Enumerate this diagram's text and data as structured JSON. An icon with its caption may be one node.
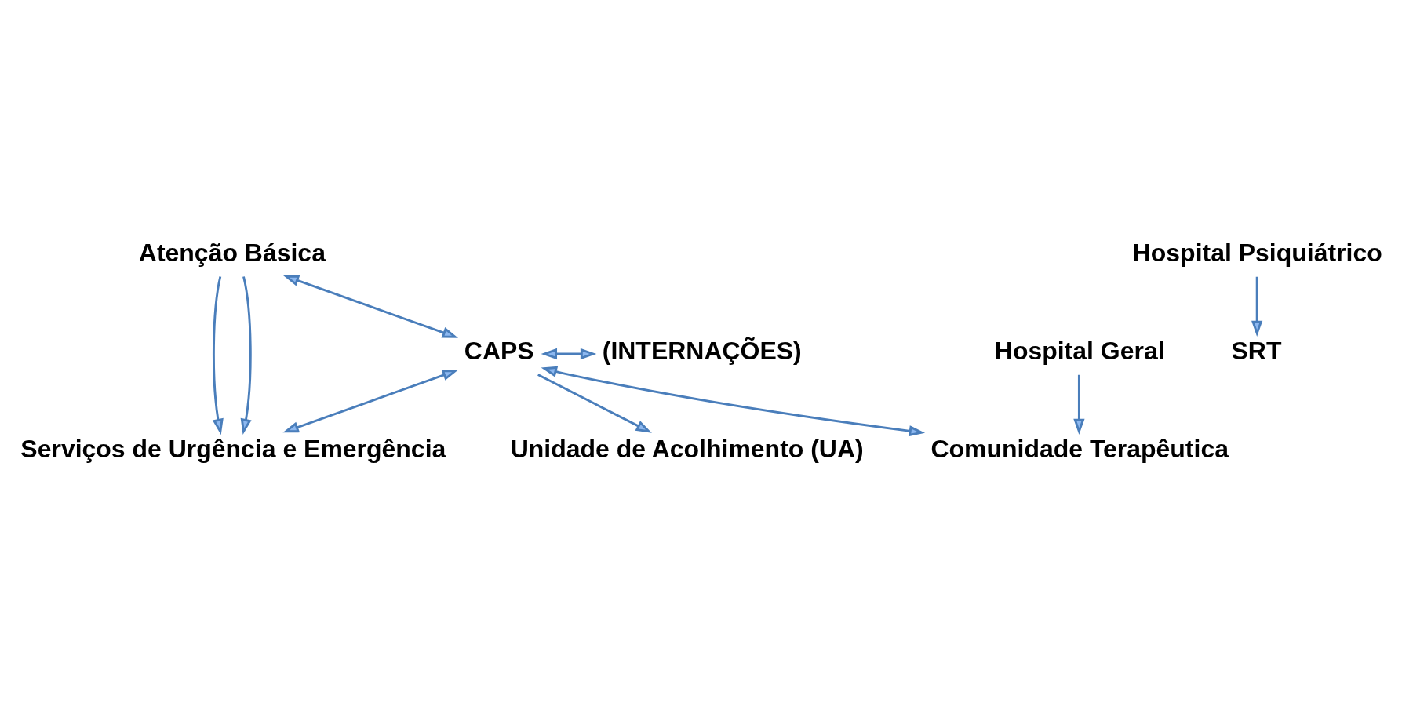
{
  "diagram": {
    "nodes": [
      {
        "text": [
          "Atenção Básica"
        ]
      },
      {
        "text": [
          "CAPS"
        ]
      },
      {
        "text": [
          "Serviços de Urgência e Emergência"
        ]
      },
      {
        "text": [
          "Unidade de Acolhimento (UA)"
        ]
      },
      {
        "text": [
          "(INTERNAÇÕES)"
        ]
      },
      {
        "text": [
          "Hospital Psiquiátrico"
        ]
      },
      {
        "text": [
          "Hospital Geral"
        ]
      },
      {
        "text": [
          "Comunidade Terapêutica"
        ]
      },
      {
        "text": [
          "SRT"
        ]
      }
    ],
    "edges": [
      {
        "from": 0,
        "to": 1,
        "arrow": "both"
      },
      {
        "from": 1,
        "to": 2,
        "arrow": "both"
      },
      {
        "from": 0,
        "to": 2,
        "arrow": "to"
      },
      {
        "from": 0,
        "to": 2,
        "arrow": "to"
      },
      {
        "from": 1,
        "to": 3,
        "arrow": "to"
      },
      {
        "from": 1,
        "to": 7,
        "arrow": "both"
      },
      {
        "from": 1,
        "to": 4,
        "arrow": "both"
      },
      {
        "from": 6,
        "to": 7,
        "arrow": "to"
      },
      {
        "from": 5,
        "to": 8,
        "arrow": "to"
      }
    ]
  }
}
